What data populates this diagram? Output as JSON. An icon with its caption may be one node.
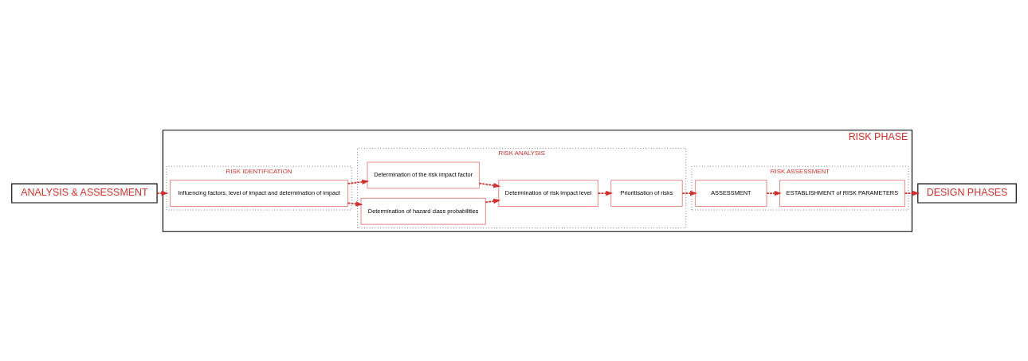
{
  "diagram": {
    "nodes": [
      {
        "text": [
          "ANALYSIS & ASSESSMENT"
        ]
      },
      {
        "text": [
          "RISK PHASE"
        ]
      },
      {
        "text": [
          "RISK IDENTIFICATION"
        ],
        "in": 1
      },
      {
        "text": [
          "Influencing factors, level of impact and determination of impact"
        ],
        "in": 2
      },
      {
        "text": [
          "RISK ANALYSIS"
        ],
        "in": 1
      },
      {
        "text": [
          "Determination of the risk impact factor"
        ],
        "in": 4
      },
      {
        "text": [
          "Determination of hazard class probabilities"
        ],
        "in": 4
      },
      {
        "text": [
          "Determination of risk impact level"
        ],
        "in": 4
      },
      {
        "text": [
          "Prioritisation of risks"
        ],
        "in": 4
      },
      {
        "text": [
          "RISK ASSESSMENT"
        ],
        "in": 1
      },
      {
        "text": [
          "ASSESSMENT"
        ],
        "in": 9
      },
      {
        "text": [
          "ESTABLISHMENT of RISK PARAMETERS"
        ],
        "in": 9
      },
      {
        "text": [
          "DESIGN PHASES"
        ]
      }
    ],
    "edges": [
      {
        "from": 0,
        "to": 2,
        "arrow": "to"
      },
      {
        "from": 3,
        "to": 5,
        "arrow": "to"
      },
      {
        "from": 3,
        "to": 6,
        "arrow": "to"
      },
      {
        "from": 5,
        "to": 7,
        "arrow": "to"
      },
      {
        "from": 6,
        "to": 7,
        "arrow": "to"
      },
      {
        "from": 7,
        "to": 8,
        "arrow": "to"
      },
      {
        "from": 8,
        "to": 10,
        "arrow": "to"
      },
      {
        "from": 10,
        "to": 11,
        "arrow": "to"
      },
      {
        "from": 11,
        "to": 12,
        "arrow": "to"
      }
    ]
  }
}
